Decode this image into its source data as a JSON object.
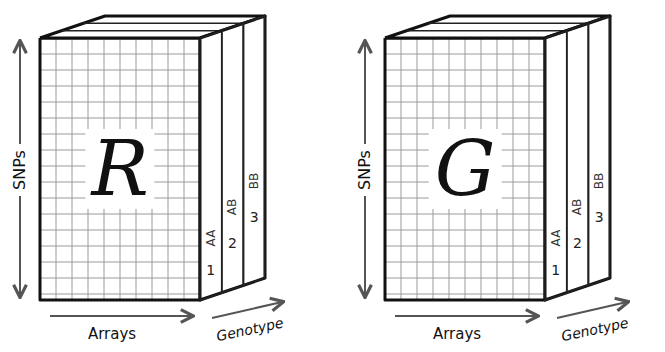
{
  "diagram": {
    "nodes": [
      {
        "text": [
          "R"
        ]
      },
      {
        "text": [
          "AA",
          "1"
        ],
        "in": 0
      },
      {
        "text": [
          "AB",
          "2"
        ],
        "in": 0
      },
      {
        "text": [
          "BB",
          "3"
        ],
        "in": 0
      },
      {
        "text": [
          "G"
        ]
      },
      {
        "text": [
          "AA",
          "1"
        ],
        "in": 4
      },
      {
        "text": [
          "AB",
          "2"
        ],
        "in": 4
      },
      {
        "text": [
          "BB",
          "3"
        ],
        "in": 4
      }
    ],
    "labels": [
      "SNPs",
      "Arrays",
      "Genotype",
      "SNPs",
      "Arrays",
      "Genotype"
    ]
  }
}
